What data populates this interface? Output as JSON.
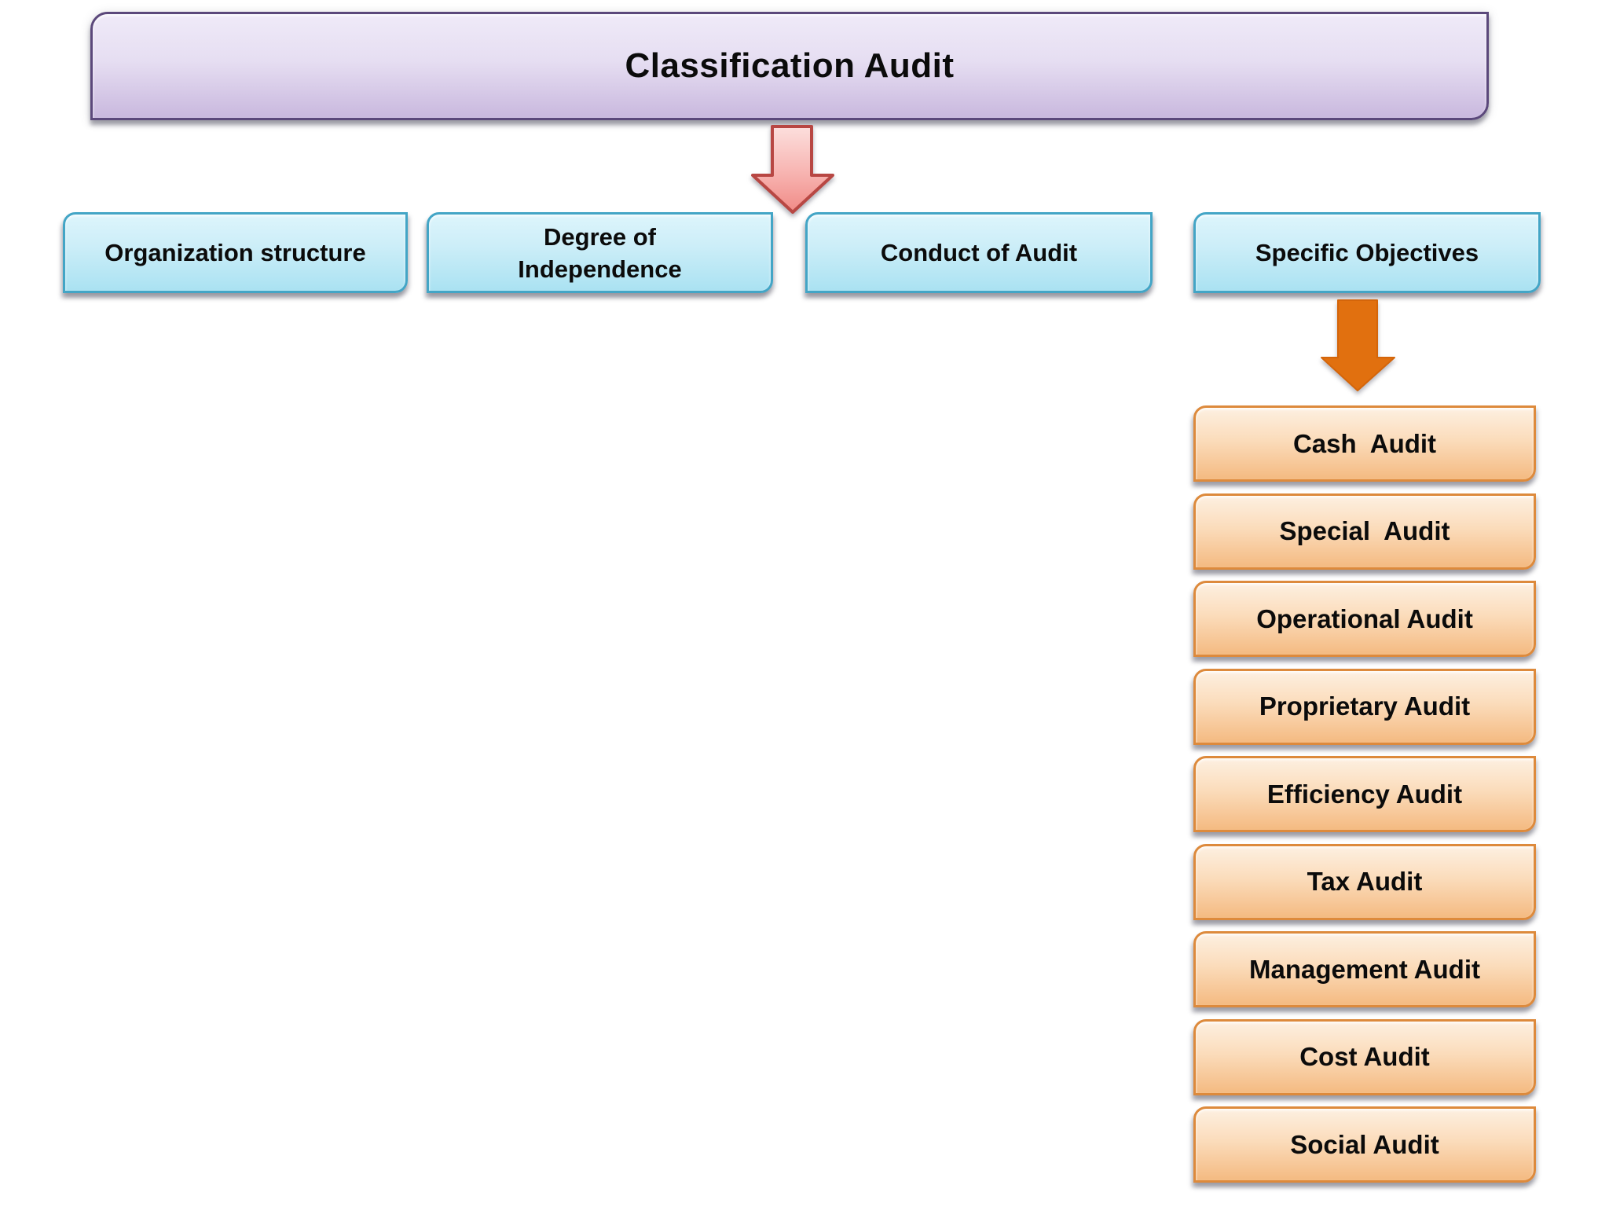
{
  "title": {
    "label": "Classification Audit"
  },
  "categories": [
    {
      "label": "Organization structure"
    },
    {
      "label": "Degree of Independence"
    },
    {
      "label": "Conduct of Audit"
    },
    {
      "label": "Specific Objectives"
    }
  ],
  "objectives": {
    "items": [
      {
        "label": "Cash  Audit"
      },
      {
        "label": "Special  Audit"
      },
      {
        "label": "Operational Audit"
      },
      {
        "label": "Proprietary Audit"
      },
      {
        "label": "Efficiency Audit"
      },
      {
        "label": "Tax Audit"
      },
      {
        "label": "Management Audit"
      },
      {
        "label": "Cost Audit"
      },
      {
        "label": "Social Audit"
      }
    ]
  },
  "colors": {
    "title_fill_top": "#efeaf8",
    "title_fill_bottom": "#c9b8de",
    "title_border": "#5b487b",
    "category_fill_top": "#ddf5fc",
    "category_fill_bottom": "#aae2f2",
    "category_border": "#43a5c6",
    "objective_fill_top": "#fdf0e1",
    "objective_fill_bottom": "#f4ba81",
    "objective_border": "#dd8a3c",
    "red_arrow_fill_top": "#fcdfdd",
    "red_arrow_fill_bottom": "#f08a86",
    "red_arrow_border": "#b84743",
    "orange_arrow_fill": "#e1700f"
  }
}
